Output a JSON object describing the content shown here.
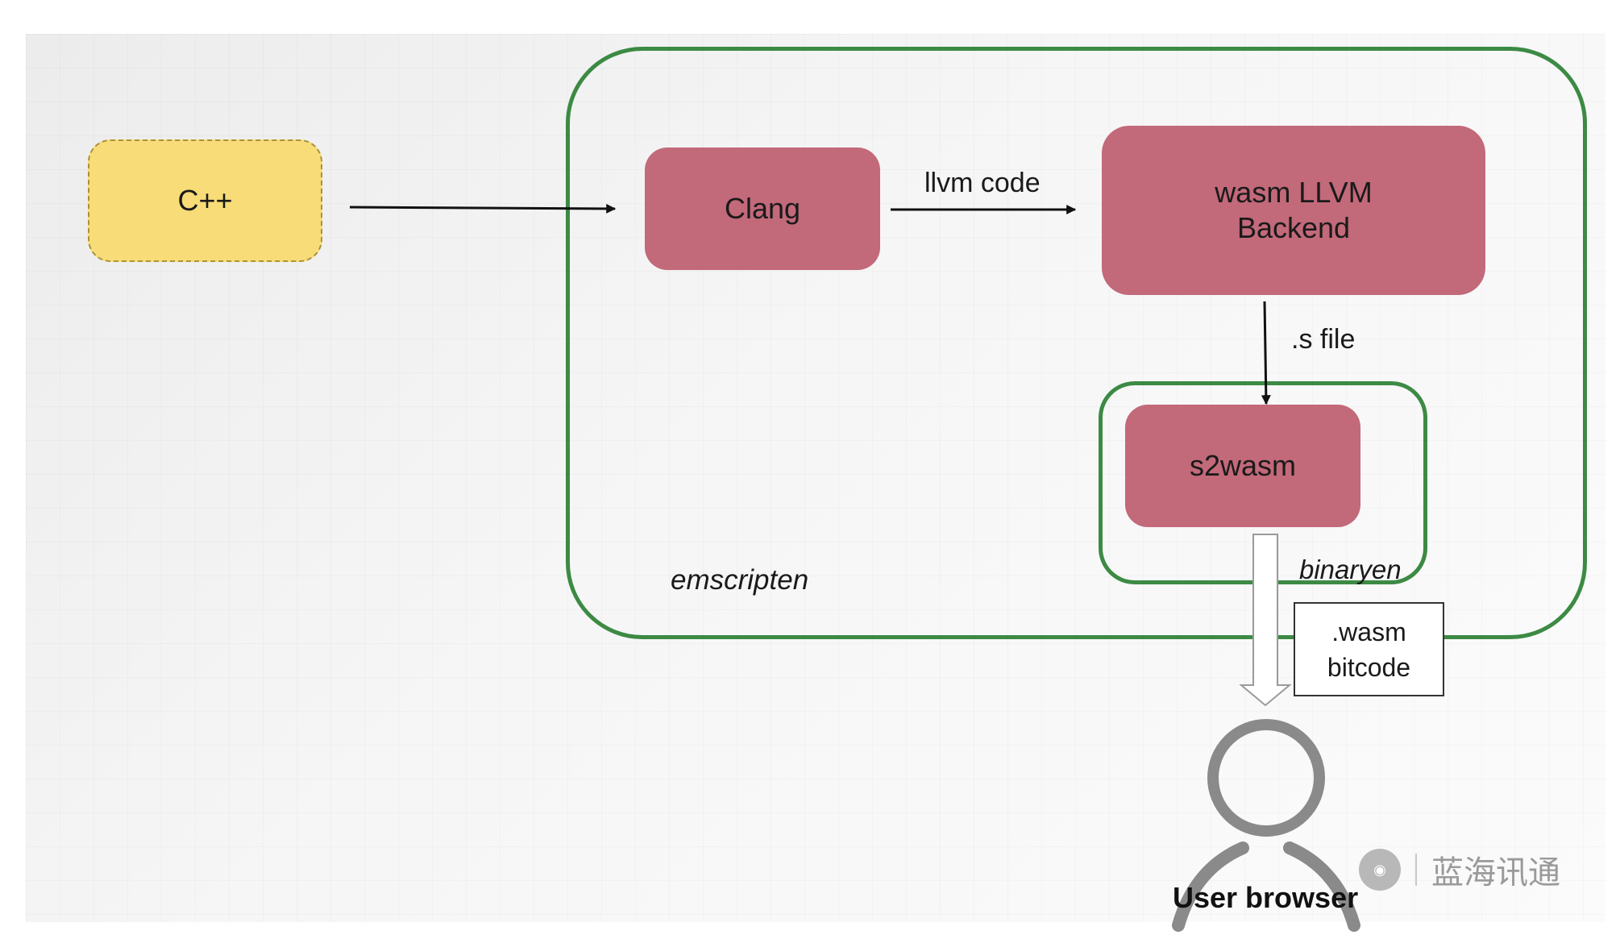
{
  "nodes": {
    "cpp": "C++",
    "clang": "Clang",
    "backend_line1": "wasm LLVM",
    "backend_line2": "Backend",
    "s2wasm": "s2wasm"
  },
  "edges": {
    "llvm_code": "llvm code",
    "s_file": ".s file"
  },
  "groups": {
    "emscripten": "emscripten",
    "binaryen": "binaryen"
  },
  "output": {
    "line1": ".wasm",
    "line2": "bitcode"
  },
  "user": {
    "label": "User browser",
    "icon": "user-icon"
  },
  "watermark": {
    "icon": "wechat-logo-icon",
    "text": "蓝海讯通"
  },
  "colors": {
    "cpp_fill": "#f8dc78",
    "tool_fill": "#c2697a",
    "group_border": "#3c8a44"
  }
}
